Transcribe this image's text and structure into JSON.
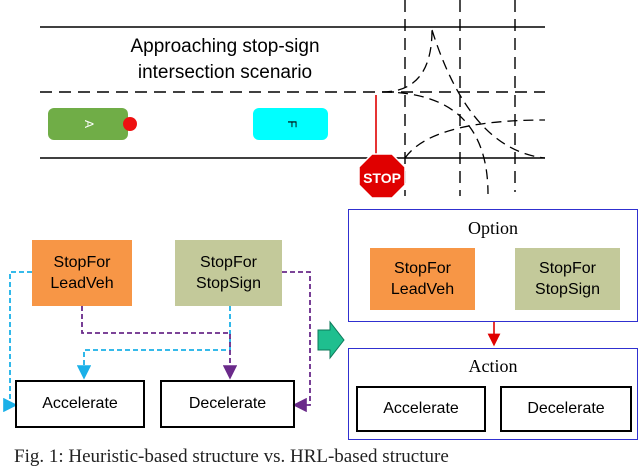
{
  "scenario": {
    "title": "Approaching stop-sign intersection scenario",
    "vehicle_a": "A",
    "vehicle_f": "F",
    "stop_sign": "STOP"
  },
  "heuristic": {
    "stop_for_lead": "StopFor\nLeadVeh",
    "stop_for_sign": "StopFor\nStopSign",
    "accelerate": "Accelerate",
    "decelerate": "Decelerate"
  },
  "hrl": {
    "option_title": "Option",
    "stop_for_lead": "StopFor\nLeadVeh",
    "stop_for_sign": "StopFor\nStopSign",
    "action_title": "Action",
    "accelerate": "Accelerate",
    "decelerate": "Decelerate"
  },
  "caption": "Fig. 1: Heuristic-based structure vs. HRL-based structure",
  "colors": {
    "orange": "#f79646",
    "olive": "#c3c99a",
    "vehicle_a": "#70ad47",
    "vehicle_f": "#00ffff",
    "stop_red": "#e00000",
    "panel_border": "#3030d0",
    "cyan_link": "#1ab0e8",
    "purple_link": "#6a2a8a",
    "transition_arrow": "#1fbf8f"
  }
}
